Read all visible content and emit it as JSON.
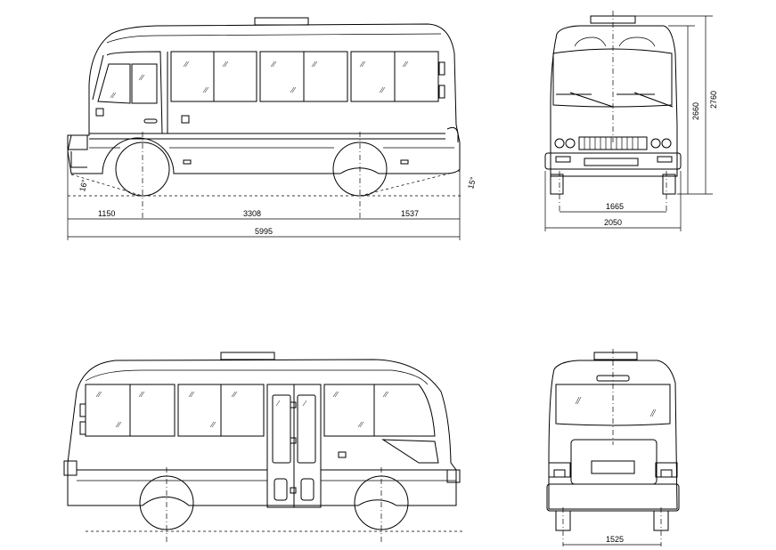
{
  "drawing": {
    "side_view_dimensions": {
      "front_overhang": "1150",
      "wheelbase": "3308",
      "rear_overhang": "1537",
      "overall_length": "5995",
      "approach_angle": "16°",
      "departure_angle": "15°"
    },
    "front_view_dimensions": {
      "front_track": "1665",
      "overall_width": "2050",
      "body_height": "2660",
      "overall_height": "2760"
    },
    "rear_view_dimensions": {
      "rear_track": "1525"
    }
  }
}
